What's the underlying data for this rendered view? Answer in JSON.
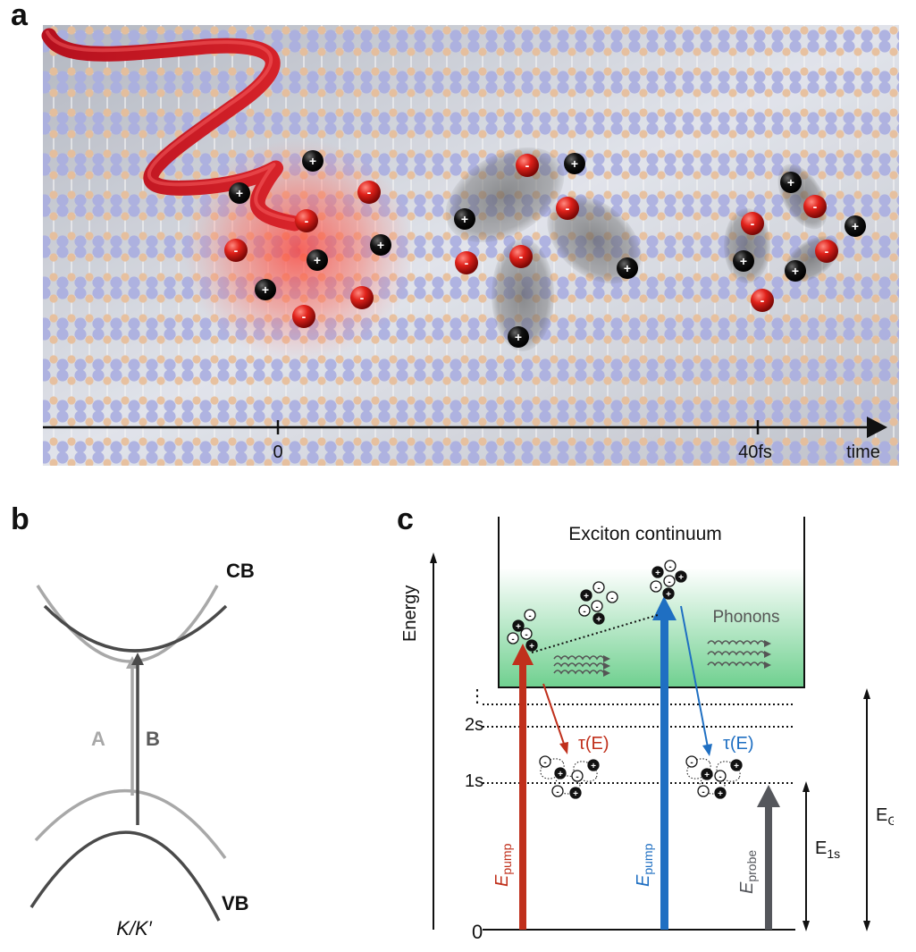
{
  "panels": {
    "a": {
      "label": "a",
      "axis": {
        "tick_zero": "0",
        "tick_40": "40fs",
        "axis_label": "time"
      },
      "charge_labels": {
        "electron": "-",
        "hole": "+"
      }
    },
    "b": {
      "label": "b",
      "cb": "CB",
      "vb": "VB",
      "transition_a": "A",
      "transition_b": "B",
      "valley": "K/K′"
    },
    "c": {
      "label": "c",
      "energy_axis": "Energy",
      "continuum": "Exciton continuum",
      "phonons": "Phonons",
      "dots": "⋮",
      "level_2s": "2s",
      "level_1s": "1s",
      "level_0": "0",
      "tau_left": "τ(E)",
      "tau_right": "τ(E)",
      "e_pump_main": "E",
      "e_pump_sub": "pump",
      "e_probe_main": "E",
      "e_probe_sub": "probe",
      "e_g_main": "E",
      "e_g_sub": "G",
      "e_1s_main": "E",
      "e_1s_sub": "1s"
    }
  },
  "colors": {
    "red": "#c0301c",
    "blue": "#1f6fc2",
    "gray_arrow": "#55575c",
    "band_light": "#a8a8a8",
    "band_dark": "#4a4a4a",
    "continuum_green": "#6fd08f"
  }
}
